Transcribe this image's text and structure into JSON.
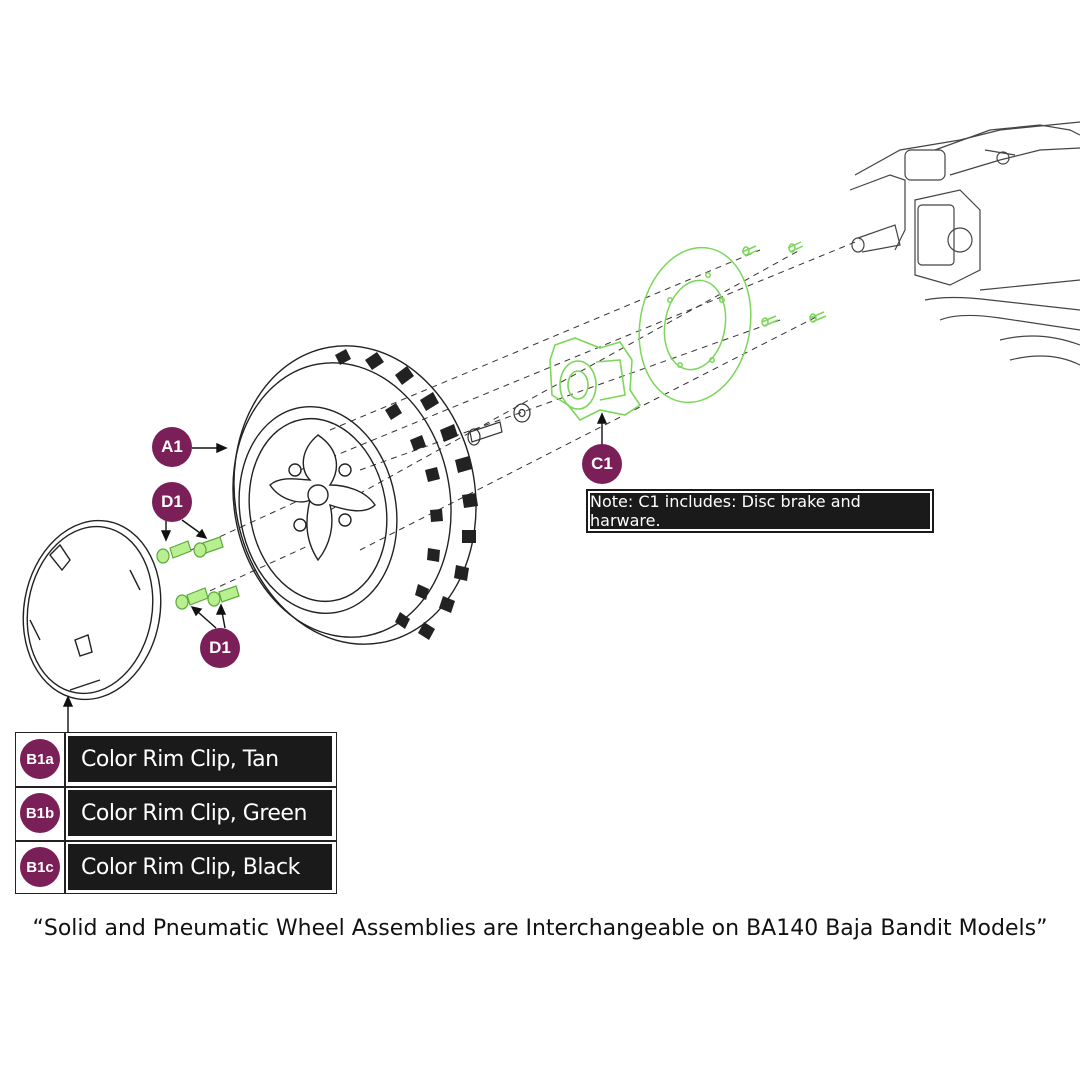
{
  "callouts": {
    "a1": "A1",
    "c1": "C1",
    "d1_top": "D1",
    "d1_bottom": "D1"
  },
  "note": "Note: C1 includes: Disc brake and harware.",
  "legend": [
    {
      "code": "B1a",
      "label": "Color Rim Clip, Tan"
    },
    {
      "code": "B1b",
      "label": "Color Rim Clip, Green"
    },
    {
      "code": "B1c",
      "label": "Color Rim Clip, Black"
    }
  ],
  "footnote": "“Solid and Pneumatic Wheel Assemblies are Interchangeable on BA140 Baja Bandit Models”",
  "colors": {
    "callout": "#7a1f57",
    "highlight_part": "#7cd65a",
    "line_art": "#222222",
    "label_box": "#1a1a1a"
  }
}
